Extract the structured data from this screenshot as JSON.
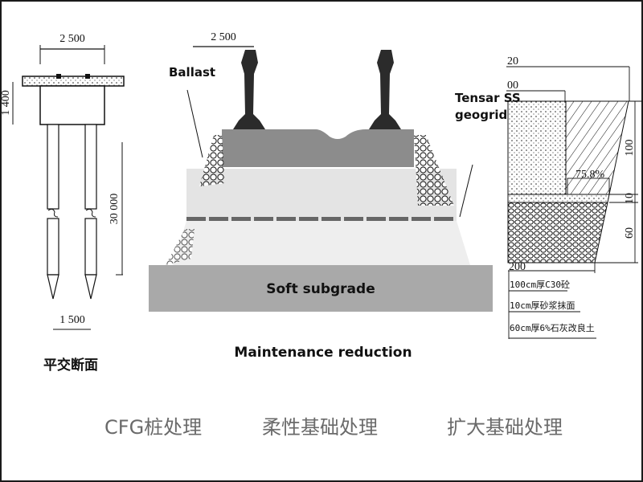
{
  "panels": {
    "cfg": {
      "dim_top": "2 500",
      "dim_height": "1 400",
      "dim_pile_length": "30 000",
      "dim_pile_spacing": "1 500",
      "section_title": "平交断面",
      "caption": "CFG桩处理"
    },
    "flexible": {
      "dim_top": "2 500",
      "label_ballast": "Ballast",
      "label_geogrid_line1": "Tensar SS",
      "label_geogrid_line2": "geogrid",
      "label_subgrade": "Soft subgrade",
      "label_bottom": "Maintenance reduction",
      "caption": "柔性基础处理"
    },
    "expanded": {
      "dim_top_outer": "20",
      "dim_top_inner": "00",
      "dim_right_1": "100",
      "dim_right_2": "10",
      "dim_right_3": "60",
      "slope_label": "75.8%",
      "dim_bottom": "200",
      "legend": [
        "100cm厚C30砼",
        "10cm厚砂浆抹面",
        "60cm厚6%石灰改良土"
      ],
      "caption": "扩大基础处理"
    }
  },
  "colors": {
    "caption": "#6a6a6a",
    "ballast_layer": "#8c8c8c",
    "subballast": "#e4e4e4",
    "subgrade": "#a9a9a9",
    "rail": "#2b2b2b"
  }
}
